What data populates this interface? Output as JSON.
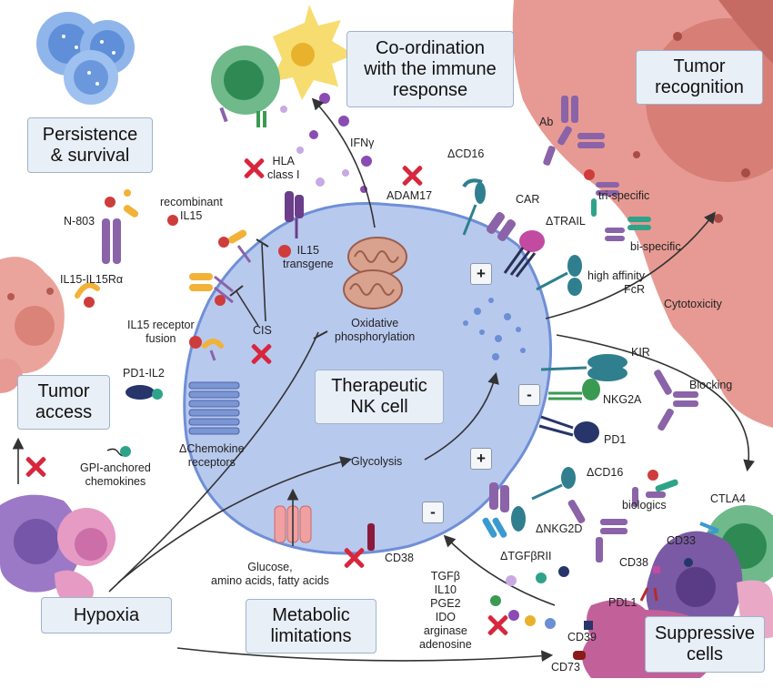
{
  "boxes": {
    "persistence": [
      "Persistence",
      "& survival"
    ],
    "coordination": [
      "Co-ordination",
      "with the immune",
      "response"
    ],
    "tumor_recognition": [
      "Tumor",
      "recognition"
    ],
    "tumor_access": [
      "Tumor",
      "access"
    ],
    "therapeutic": [
      "Therapeutic",
      "NK cell"
    ],
    "hypoxia": "Hypoxia",
    "metabolic": [
      "Metabolic",
      "limitations"
    ],
    "suppressive": [
      "Suppressive",
      "cells"
    ]
  },
  "labels": {
    "n803": "N-803",
    "recombinant_il15": [
      "recombinant",
      "IL15"
    ],
    "il15_il15ra": "IL15-IL15Rα",
    "il15_receptor_fusion": [
      "IL15 receptor",
      "fusion"
    ],
    "pd1_il2": "PD1-IL2",
    "gpi_chemokines": [
      "GPI-anchored",
      "chemokines"
    ],
    "chemokine_receptors": [
      "ΔChemokine",
      "receptors"
    ],
    "cis": "CIS",
    "hla_class_i": [
      "HLA",
      "class I"
    ],
    "il15_transgene": [
      "IL15",
      "transgene"
    ],
    "ifng": "IFNγ",
    "adam17": "ADAM17",
    "dcd16_top": "ΔCD16",
    "car": "CAR",
    "dtrail": "ΔTRAIL",
    "high_affinity_fcr": [
      "high affinity",
      "FcR"
    ],
    "ab": "Ab",
    "tri_specific": "tri-specific",
    "bi_specific": "bi-specific",
    "cytotoxicity": "Cytotoxicity",
    "oxidative": [
      "Oxidative",
      "phosphorylation"
    ],
    "glycolysis": "Glycolysis",
    "kir": "KIR",
    "nkg2a": "NKG2A",
    "pd1": "PD1",
    "blocking": "Blocking",
    "dcd16_bottom": "ΔCD16",
    "biologics": "biologics",
    "dnkg2d": "ΔNKG2D",
    "dtgfbrii": "ΔTGFβRII",
    "ctla4": "CTLA4",
    "cd33": "CD33",
    "cd38_right": "CD38",
    "pdl1": "PDL1",
    "cd39": "CD39",
    "cd73": "CD73",
    "cd38_cell": "CD38",
    "glucose": [
      "Glucose,",
      "amino acids, fatty acids"
    ],
    "suppressive_factors": [
      "TGFβ",
      "IL10",
      "PGE2",
      "IDO",
      "arginase",
      "adenosine"
    ]
  },
  "signs": {
    "plus_top": "+",
    "minus_mid": "-",
    "plus_bottom": "+",
    "minus_bottom": "-"
  },
  "colors": {
    "nk_cell_fill": "#b8c9ee",
    "nk_cell_stroke": "#6f8fd6",
    "tumor_fill": "#e79a93",
    "tumor_dark": "#d77e76",
    "box_fill": "#e9eff7",
    "box_stroke": "#9fb3cc",
    "red_x": "#d7263d",
    "receptor_purple": "#8a63a8",
    "receptor_teal": "#2f7f8f",
    "receptor_green": "#3a9a52",
    "receptor_navy": "#27356b",
    "cytokine_orange": "#f2b237",
    "cytokine_red": "#cf3c3c",
    "mito_fill": "#d9a28f",
    "arrow": "#333333"
  }
}
